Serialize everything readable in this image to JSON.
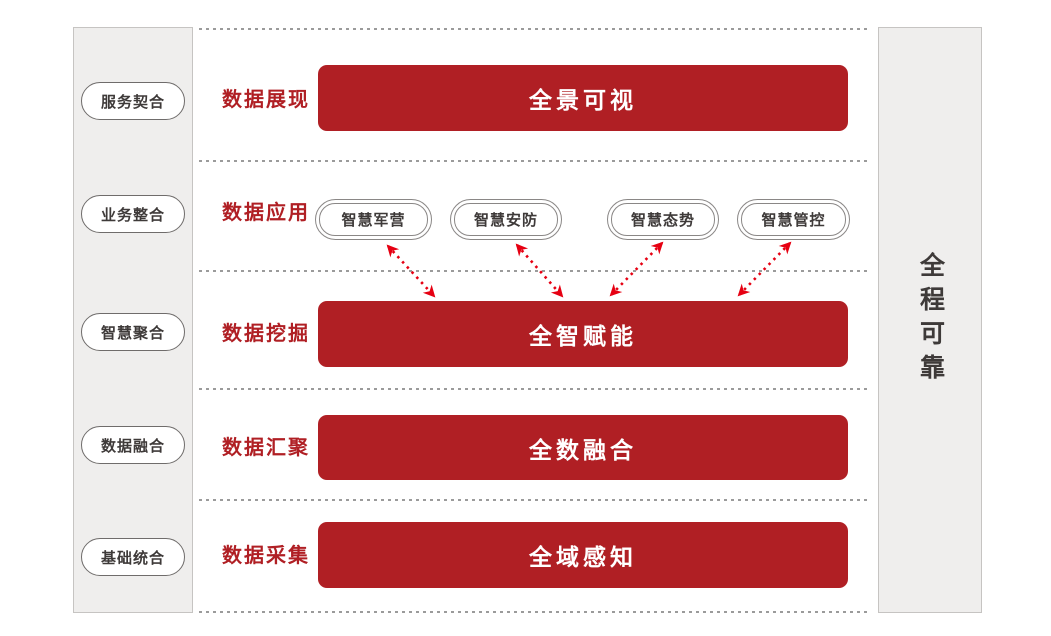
{
  "left_sidebar": {
    "items": [
      {
        "label": "服务契合"
      },
      {
        "label": "业务整合"
      },
      {
        "label": "智慧聚合"
      },
      {
        "label": "数据融合"
      },
      {
        "label": "基础统合"
      }
    ]
  },
  "right_sidebar": {
    "label": "全程可靠"
  },
  "rows": [
    {
      "category": "数据展现",
      "content": {
        "type": "bar",
        "label": "全景可视"
      }
    },
    {
      "category": "数据应用",
      "content": {
        "type": "pills",
        "items": [
          {
            "label": "智慧军营"
          },
          {
            "label": "智慧安防"
          },
          {
            "label": "智慧态势"
          },
          {
            "label": "智慧管控"
          }
        ]
      }
    },
    {
      "category": "数据挖掘",
      "content": {
        "type": "bar",
        "label": "全智赋能"
      }
    },
    {
      "category": "数据汇聚",
      "content": {
        "type": "bar",
        "label": "全数融合"
      }
    },
    {
      "category": "数据采集",
      "content": {
        "type": "bar",
        "label": "全域感知"
      }
    }
  ],
  "connectors": {
    "description": "bidirectional dashed arrows linking application pills to 全智赋能 bar",
    "count": 4
  },
  "colors": {
    "bar_red": "#b01f24",
    "label_red": "#b01f24",
    "arrow_red": "#e60012",
    "sidebar_bg": "#efeeed",
    "sidebar_border": "#c6c4c2",
    "pill_border": "#8a8786",
    "dotted_line": "#9b9b9b",
    "text_dark": "#3e3a39",
    "bar_text": "#ffffff"
  }
}
